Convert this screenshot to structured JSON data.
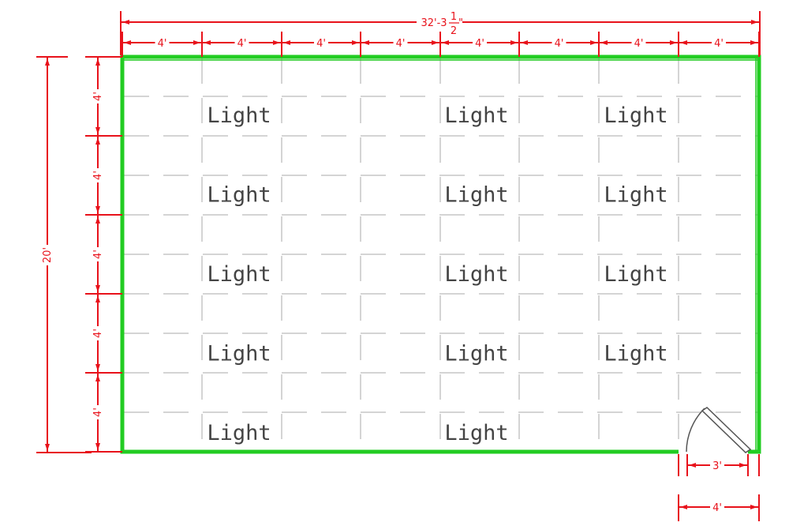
{
  "drawing": {
    "wall_color": "#22cc22",
    "dimension_color": "#e8121b",
    "grid_color": "#d4d4d4",
    "label_color": "#444444",
    "overall_width_label": "32'-3",
    "overall_width_fraction": {
      "numerator": "1",
      "denominator": "2",
      "suffix": "\""
    },
    "overall_height_label": "20'",
    "column_labels": [
      "4'",
      "4'",
      "4'",
      "4'",
      "4'",
      "4'",
      "4'",
      "4'"
    ],
    "row_labels": [
      "4'",
      "4'",
      "4'",
      "4'",
      "4'"
    ],
    "door_opening_label": "3'",
    "door_panel_label": "4'",
    "light_label": "Light",
    "lights": [
      {
        "row": 0,
        "col": 1
      },
      {
        "row": 0,
        "col": 4
      },
      {
        "row": 0,
        "col": 6
      },
      {
        "row": 1,
        "col": 1
      },
      {
        "row": 1,
        "col": 4
      },
      {
        "row": 1,
        "col": 6
      },
      {
        "row": 2,
        "col": 1
      },
      {
        "row": 2,
        "col": 4
      },
      {
        "row": 2,
        "col": 6
      },
      {
        "row": 3,
        "col": 1
      },
      {
        "row": 3,
        "col": 4
      },
      {
        "row": 3,
        "col": 6
      },
      {
        "row": 4,
        "col": 1
      },
      {
        "row": 4,
        "col": 4
      }
    ]
  }
}
